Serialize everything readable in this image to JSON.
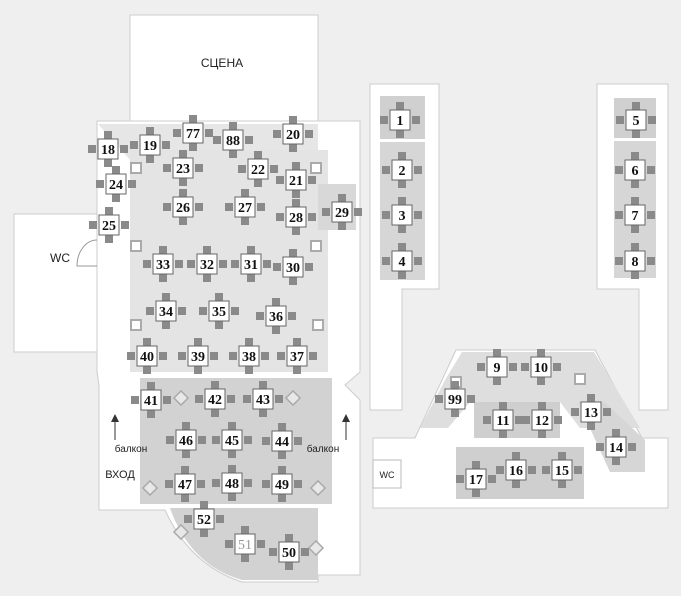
{
  "labels": {
    "stage": "СЦЕНА",
    "wc_left": "WC",
    "wc_right": "WC",
    "balcony_left": "балкон",
    "balcony_right": "балкон",
    "entrance": "ВХОД"
  },
  "tables": [
    {
      "id": "1",
      "number": "1"
    },
    {
      "id": "2",
      "number": "2"
    },
    {
      "id": "3",
      "number": "3"
    },
    {
      "id": "4",
      "number": "4"
    },
    {
      "id": "5",
      "number": "5"
    },
    {
      "id": "6",
      "number": "6"
    },
    {
      "id": "7",
      "number": "7"
    },
    {
      "id": "8",
      "number": "8"
    },
    {
      "id": "9",
      "number": "9"
    },
    {
      "id": "10",
      "number": "10"
    },
    {
      "id": "11",
      "number": "11"
    },
    {
      "id": "12",
      "number": "12"
    },
    {
      "id": "13",
      "number": "13"
    },
    {
      "id": "14",
      "number": "14"
    },
    {
      "id": "15",
      "number": "15"
    },
    {
      "id": "16",
      "number": "16"
    },
    {
      "id": "17",
      "number": "17"
    },
    {
      "id": "18",
      "number": "18"
    },
    {
      "id": "19",
      "number": "19"
    },
    {
      "id": "20",
      "number": "20"
    },
    {
      "id": "21",
      "number": "21"
    },
    {
      "id": "22",
      "number": "22"
    },
    {
      "id": "23",
      "number": "23"
    },
    {
      "id": "24",
      "number": "24"
    },
    {
      "id": "25",
      "number": "25"
    },
    {
      "id": "26",
      "number": "26"
    },
    {
      "id": "27",
      "number": "27"
    },
    {
      "id": "28",
      "number": "28"
    },
    {
      "id": "29",
      "number": "29"
    },
    {
      "id": "30",
      "number": "30"
    },
    {
      "id": "31",
      "number": "31"
    },
    {
      "id": "32",
      "number": "32"
    },
    {
      "id": "33",
      "number": "33"
    },
    {
      "id": "34",
      "number": "34"
    },
    {
      "id": "35",
      "number": "35"
    },
    {
      "id": "36",
      "number": "36"
    },
    {
      "id": "37",
      "number": "37"
    },
    {
      "id": "38",
      "number": "38"
    },
    {
      "id": "39",
      "number": "39"
    },
    {
      "id": "40",
      "number": "40"
    },
    {
      "id": "41",
      "number": "41"
    },
    {
      "id": "42",
      "number": "42"
    },
    {
      "id": "43",
      "number": "43"
    },
    {
      "id": "44",
      "number": "44"
    },
    {
      "id": "45",
      "number": "45"
    },
    {
      "id": "46",
      "number": "46"
    },
    {
      "id": "47",
      "number": "47"
    },
    {
      "id": "48",
      "number": "48"
    },
    {
      "id": "49",
      "number": "49"
    },
    {
      "id": "50",
      "number": "50"
    },
    {
      "id": "51",
      "number": "51",
      "faded": true
    },
    {
      "id": "52",
      "number": "52"
    },
    {
      "id": "77",
      "number": "77"
    },
    {
      "id": "88",
      "number": "88"
    },
    {
      "id": "99",
      "number": "99"
    }
  ],
  "colors": {
    "background": "#efefef",
    "wall": "#ffffff",
    "zone_light": "#e4e4e4",
    "zone_dark": "#cfcfcf",
    "chair": "#8a8a8a",
    "table": "#ffffff",
    "outline": "#666666"
  }
}
